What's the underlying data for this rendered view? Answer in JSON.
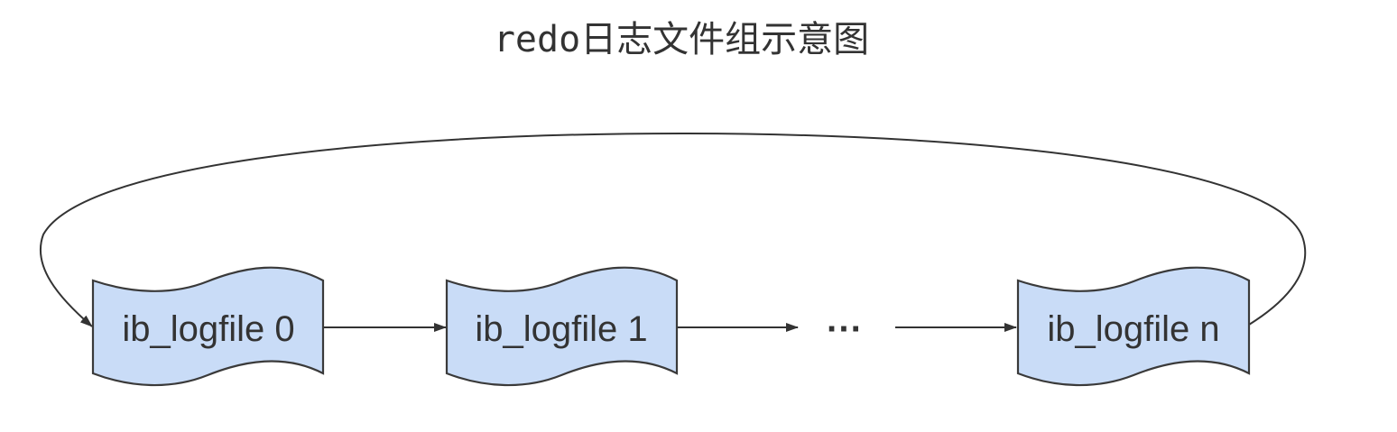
{
  "title": "redo日志文件组示意图",
  "nodes": [
    {
      "id": "file-0",
      "label": "ib_logfile 0"
    },
    {
      "id": "file-1",
      "label": "ib_logfile 1"
    },
    {
      "id": "file-n",
      "label": "ib_logfile n"
    }
  ],
  "ellipsis": "···",
  "edges": [
    {
      "from": "file-0",
      "to": "file-1"
    },
    {
      "from": "file-1",
      "to": "ellipsis"
    },
    {
      "from": "ellipsis",
      "to": "file-n"
    },
    {
      "from": "file-n",
      "to": "file-0"
    }
  ],
  "colors": {
    "node_fill": "#c9dcf7",
    "stroke": "#3a3a3a",
    "text": "#333333"
  }
}
